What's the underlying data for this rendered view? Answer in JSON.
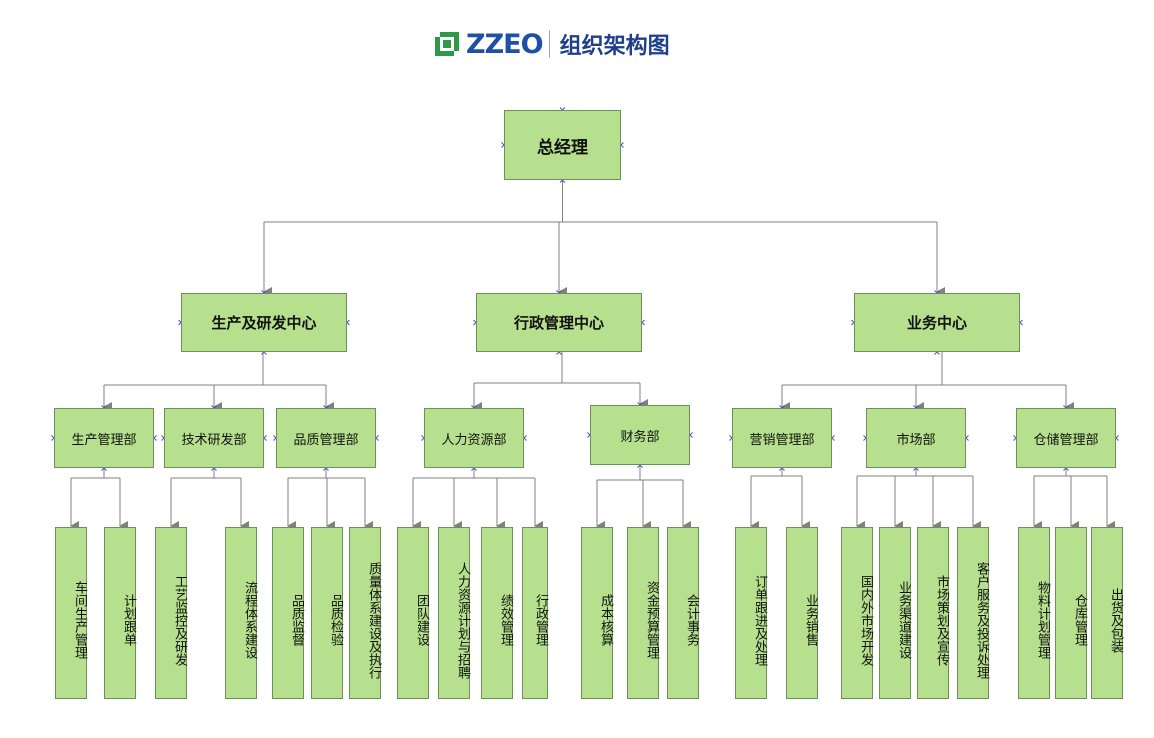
{
  "header": {
    "logo_text": "ZZEO",
    "title": "组织架构图",
    "logo_icon": "zzeo-logo-icon"
  },
  "colors": {
    "node_fill": "#b6e08e",
    "node_border": "#6f8f5a",
    "connector": "#808080",
    "handle": "#4a4fd0"
  },
  "org": {
    "root": {
      "label": "总经理"
    },
    "centers": [
      {
        "label": "生产及研发中心",
        "depts": [
          {
            "label": "生产管理部",
            "leaves": [
              "车间生产管理",
              "计划跟单"
            ]
          },
          {
            "label": "技术研发部",
            "leaves": [
              "工艺监控及研发",
              "流程体系建设"
            ]
          },
          {
            "label": "品质管理部",
            "leaves": [
              "品质监督",
              "品质检验",
              "质量体系建设及执行"
            ]
          }
        ]
      },
      {
        "label": "行政管理中心",
        "depts": [
          {
            "label": "人力资源部",
            "leaves": [
              "团队建设",
              "人力资源计划与招聘",
              "绩效管理",
              "行政管理"
            ]
          },
          {
            "label": "财务部",
            "leaves": [
              "成本核算",
              "资金预算管理",
              "会计事务"
            ]
          }
        ]
      },
      {
        "label": "业务中心",
        "depts": [
          {
            "label": "营销管理部",
            "leaves": [
              "订单跟进及处理",
              "业务销售"
            ]
          },
          {
            "label": "市场部",
            "leaves": [
              "国内外市场开发",
              "业务渠道建设",
              "市场策划及宣传",
              "客户服务及投诉处理"
            ]
          },
          {
            "label": "仓储管理部",
            "leaves": [
              "物料计划管理",
              "仓库管理",
              "出货及包装"
            ]
          }
        ]
      }
    ]
  }
}
